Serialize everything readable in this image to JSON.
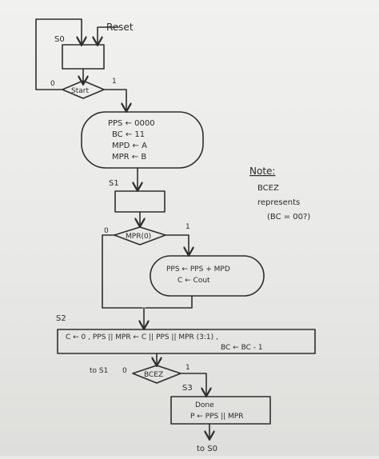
{
  "diagram": {
    "reset_label": "Reset",
    "states": {
      "s0": "S0",
      "s1": "S1",
      "s2": "S2",
      "s3": "S3"
    },
    "decisions": {
      "start": {
        "label": "Start",
        "zero": "0",
        "one": "1"
      },
      "mpr0": {
        "label": "MPR(0)",
        "zero": "0",
        "one": "1"
      },
      "bcez": {
        "label": "BCEZ",
        "zero": "0",
        "one": "1",
        "zero_target": "to S1"
      }
    },
    "init_block": {
      "lines": [
        "PPS ← 0000",
        "BC ← 11",
        "MPD ← A",
        "MPR ← B"
      ]
    },
    "add_block": {
      "lines": [
        "PPS ← PPS + MPD",
        "C ← Cout"
      ]
    },
    "shift_block": {
      "line1": "C ← 0 ,  PPS || MPR ←  C || PPS || MPR (3:1) ,",
      "line2": "BC ← BC - 1"
    },
    "done_block": {
      "lines": [
        "Done",
        "P ← PPS || MPR"
      ]
    },
    "exit_label": "to S0",
    "note": {
      "title": "Note:",
      "lines": [
        "BCEZ",
        "represents",
        "(BC = 00?)"
      ]
    }
  }
}
